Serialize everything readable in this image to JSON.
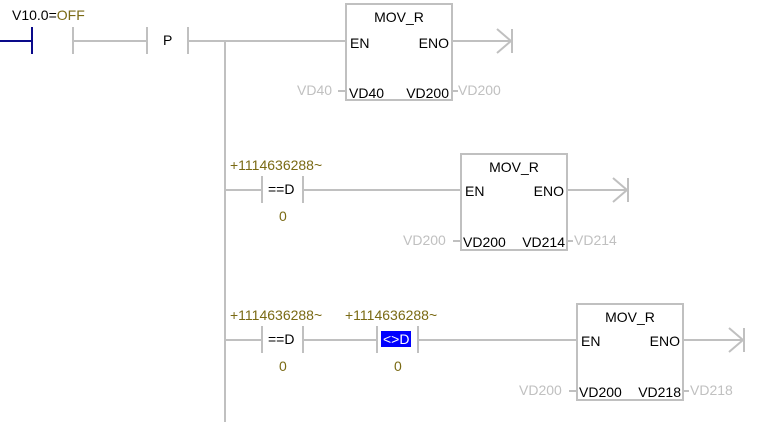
{
  "network": {
    "contact_label_addr": "V10.0=",
    "contact_label_state": "OFF",
    "pulse_label": "P",
    "rung1": {
      "block": {
        "title": "MOV_R",
        "en": "EN",
        "eno": "ENO",
        "in": "VD40",
        "out": "VD200"
      },
      "in_ext": "VD40",
      "out_ext": "VD200"
    },
    "rung2": {
      "compare": {
        "value": "+1114636288~",
        "op": "==D",
        "ref": "0"
      },
      "block": {
        "title": "MOV_R",
        "en": "EN",
        "eno": "ENO",
        "in": "VD200",
        "out": "VD214"
      },
      "in_ext": "VD200",
      "out_ext": "VD214"
    },
    "rung3": {
      "compare1": {
        "value": "+1114636288~",
        "op": "==D",
        "ref": "0"
      },
      "compare2": {
        "value": "+1114636288~",
        "op": "<>D",
        "ref": "0"
      },
      "block": {
        "title": "MOV_R",
        "en": "EN",
        "eno": "ENO",
        "in": "VD200",
        "out": "VD218"
      },
      "in_ext": "VD200",
      "out_ext": "VD218"
    }
  }
}
